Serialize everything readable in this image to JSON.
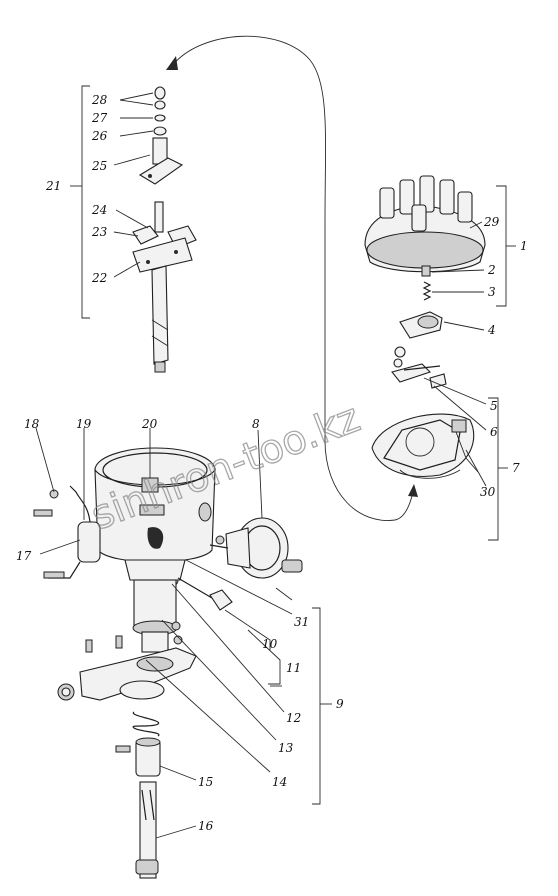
{
  "watermark": "sinhron-too.kz",
  "labels": {
    "l1": "1",
    "l2": "2",
    "l3": "3",
    "l4": "4",
    "l5": "5",
    "l6": "6",
    "l7": "7",
    "l8": "8",
    "l9": "9",
    "l10": "10",
    "l11": "11",
    "l12": "12",
    "l13": "13",
    "l14": "14",
    "l15": "15",
    "l16": "16",
    "l17": "17",
    "l18": "18",
    "l19": "19",
    "l20": "20",
    "l21": "21",
    "l22": "22",
    "l23": "23",
    "l24": "24",
    "l25": "25",
    "l26": "26",
    "l27": "27",
    "l28": "28",
    "l29": "29",
    "l30": "30",
    "l31": "31"
  }
}
